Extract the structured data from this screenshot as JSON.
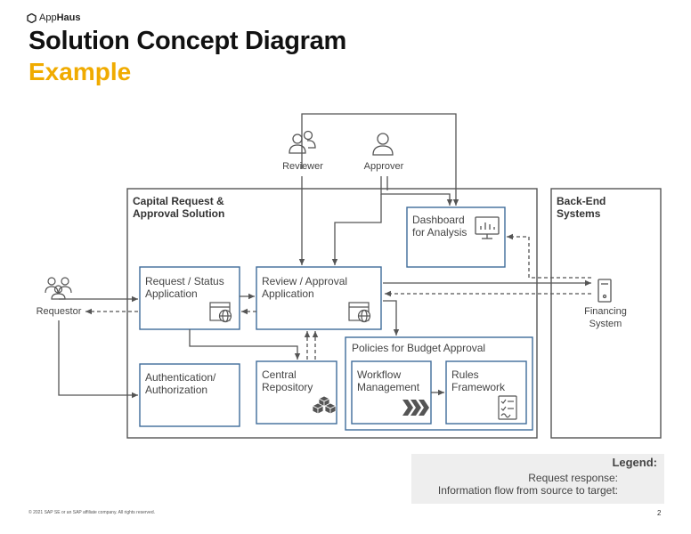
{
  "header": {
    "logo_prefix": "App",
    "logo_bold": "Haus",
    "title": "Solution Concept Diagram",
    "subtitle": "Example"
  },
  "actors": {
    "reviewer": "Reviewer",
    "approver": "Approver",
    "requestor": "Requestor",
    "financing_system": "Financing\nSystem"
  },
  "containers": {
    "solution": "Capital Request &\nApproval Solution",
    "backend": "Back-End\nSystems",
    "policies": "Policies for Budget Approval"
  },
  "boxes": {
    "dashboard": "Dashboard\nfor Analysis",
    "request_status": "Request / Status\nApplication",
    "review_approval": "Review / Approval\nApplication",
    "auth": "Authentication/\nAuthorization",
    "central_repo": "Central\nRepository",
    "workflow": "Workflow\nManagement",
    "rules": "Rules\nFramework"
  },
  "legend": {
    "title": "Legend:",
    "request_response": "Request response:",
    "information_flow": "Information flow from source to target:"
  },
  "footer": {
    "copyright": "© 2021 SAP SE or an SAP affiliate company. All rights reserved.",
    "page_number": "2"
  },
  "colors": {
    "accent": "#f0ab00",
    "box_border": "#3f6b9a",
    "container_border": "#555555",
    "arrow": "#555555"
  },
  "icons": {
    "reviewer": "group-icon",
    "approver": "user-icon",
    "requestor": "group-icon",
    "financing_system": "server-icon",
    "dashboard": "monitor-chart-icon",
    "request_status": "web-app-icon",
    "review_approval": "web-app-icon",
    "central_repo": "cubes-icon",
    "workflow": "chevrons-icon",
    "rules": "checklist-icon"
  }
}
